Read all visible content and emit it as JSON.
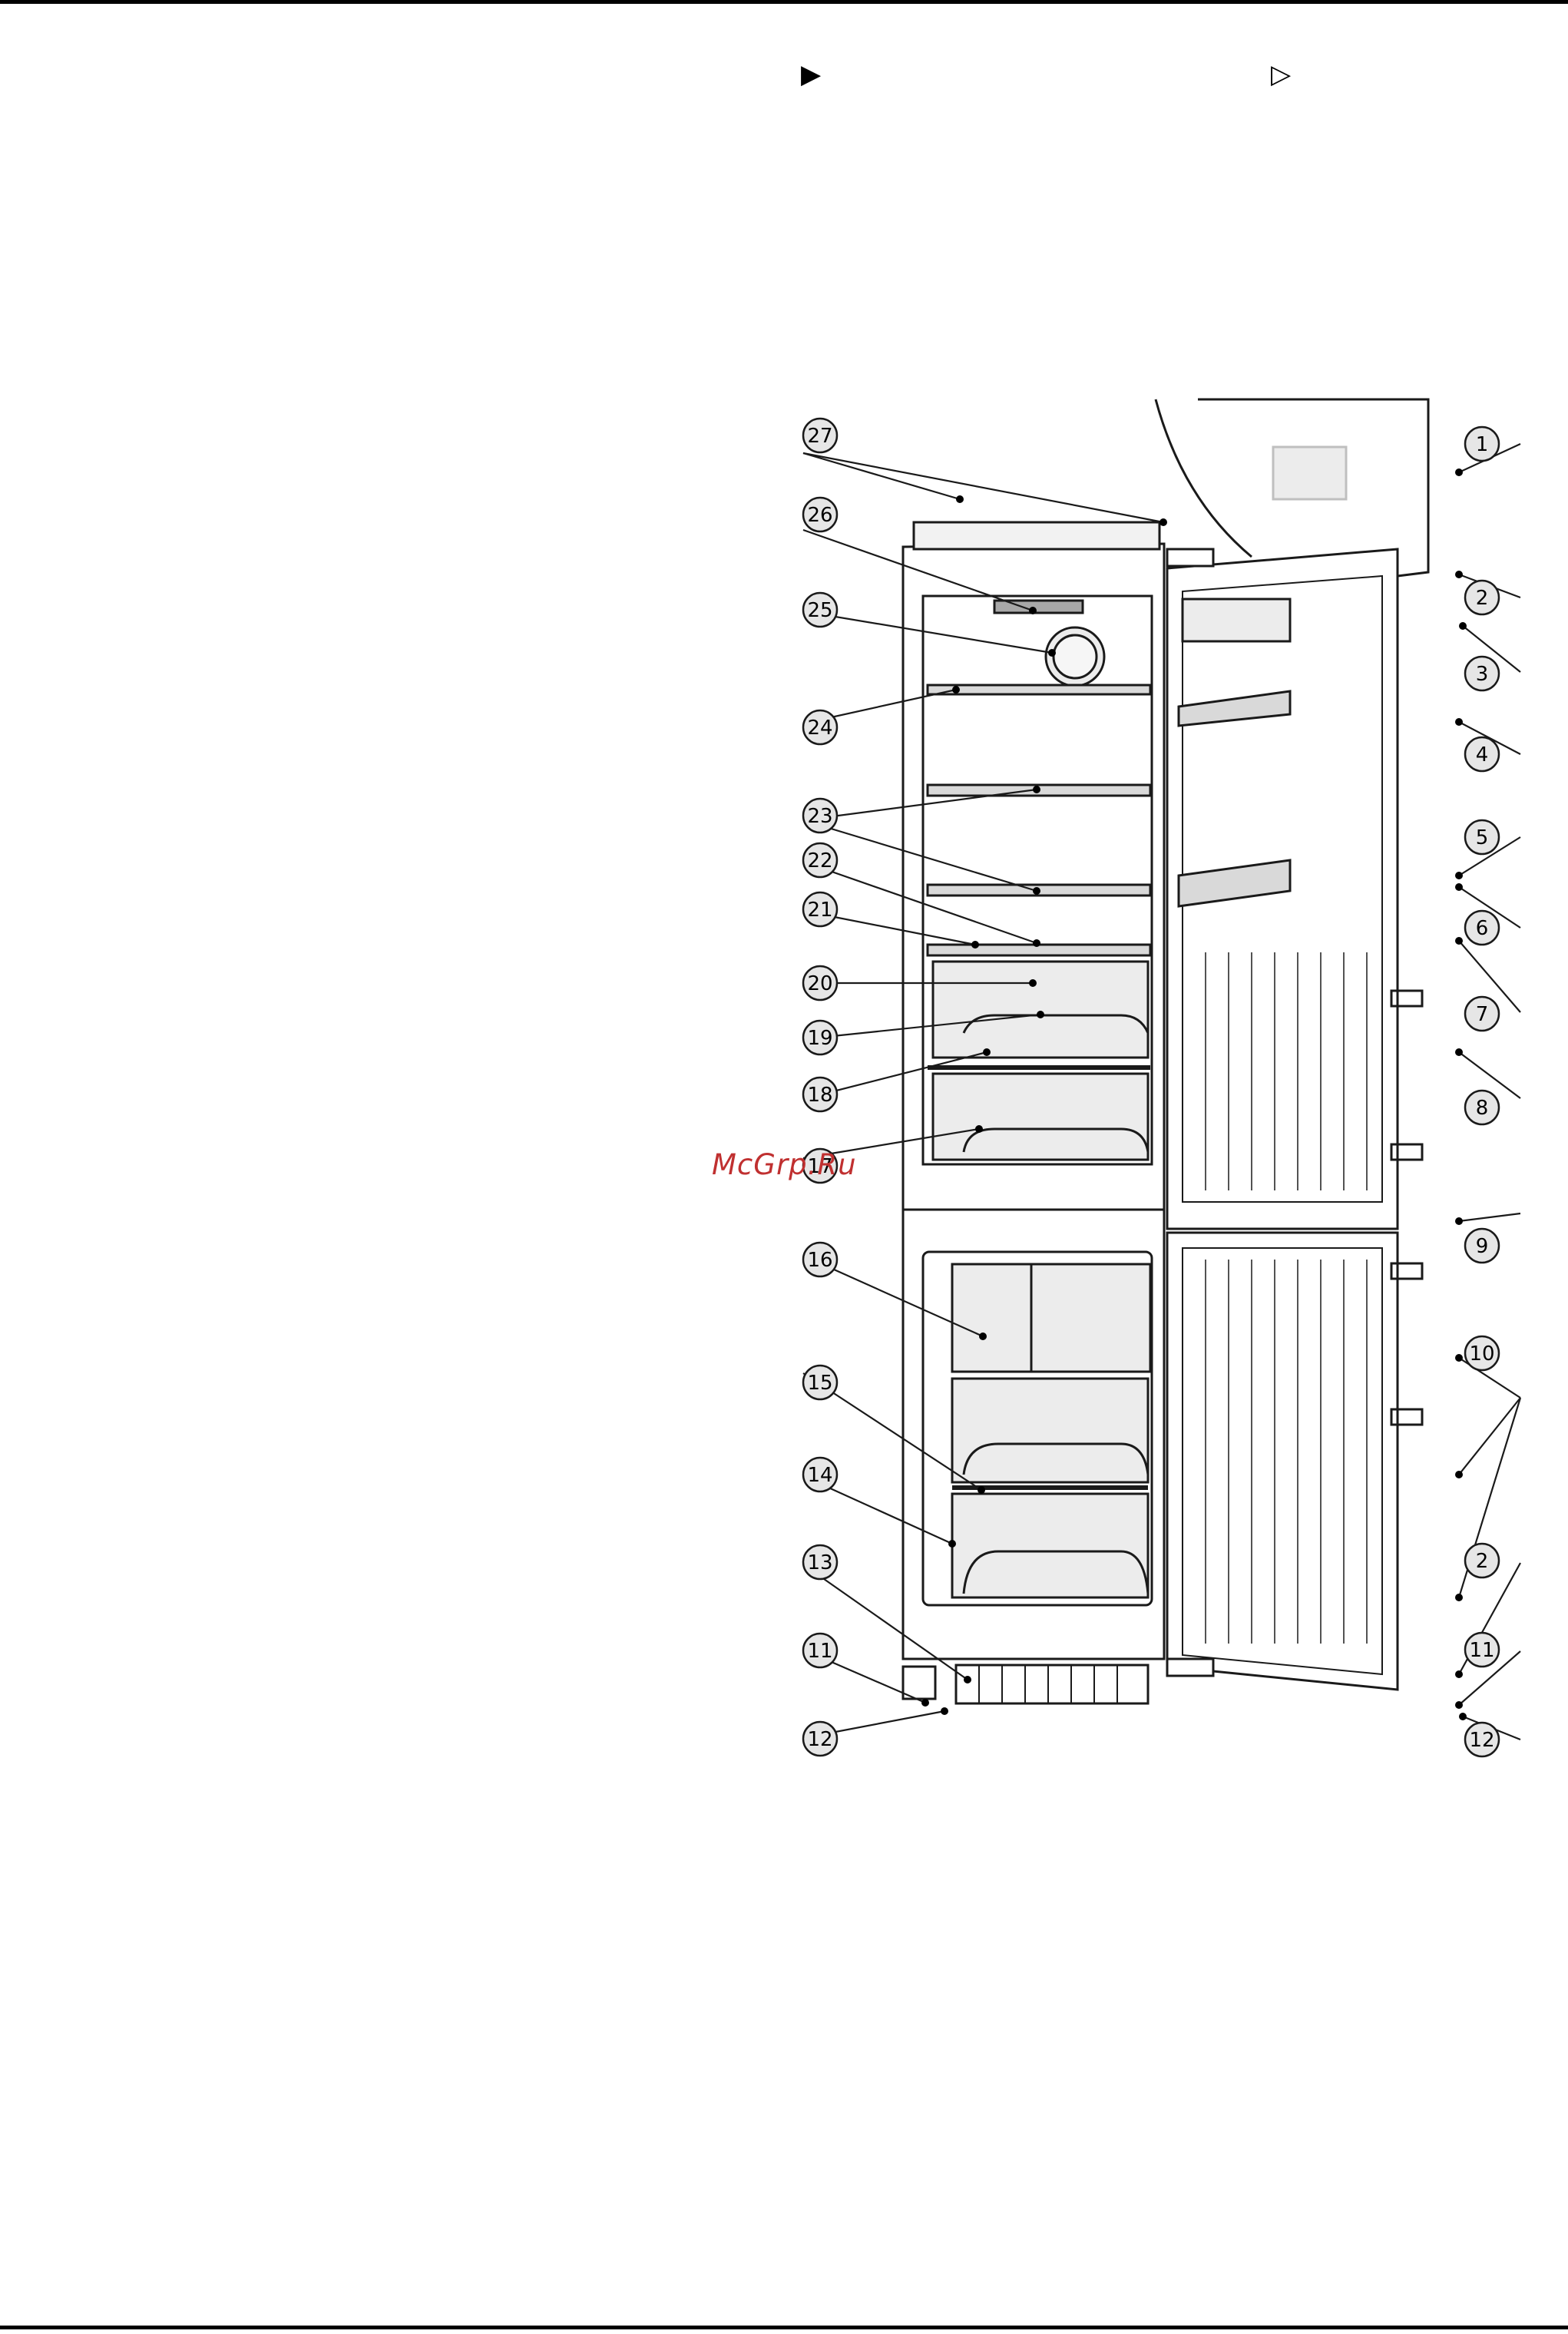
{
  "markers": {
    "filled": "▶",
    "outline": "▷"
  },
  "watermark": "McGrp.Ru",
  "callouts": {
    "c1": "1",
    "c2a": "2",
    "c3": "3",
    "c4": "4",
    "c5": "5",
    "c6": "6",
    "c7": "7",
    "c8": "8",
    "c9": "9",
    "c10": "10",
    "c2b": "2",
    "c11r": "11",
    "c12r": "12",
    "c27": "27",
    "c26": "26",
    "c25": "25",
    "c24": "24",
    "c23": "23",
    "c22": "22",
    "c21": "21",
    "c20": "20",
    "c19": "19",
    "c18": "18",
    "c17": "17",
    "c16": "16",
    "c15": "15",
    "c14": "14",
    "c13": "13",
    "c11l": "11",
    "c12l": "12"
  },
  "colors": {
    "line": "#1a1a1a",
    "fill_light": "#ececec",
    "fill_mid": "#d9d9d9",
    "fill_dark": "#a8a8a8",
    "watermark": "#c03030"
  }
}
